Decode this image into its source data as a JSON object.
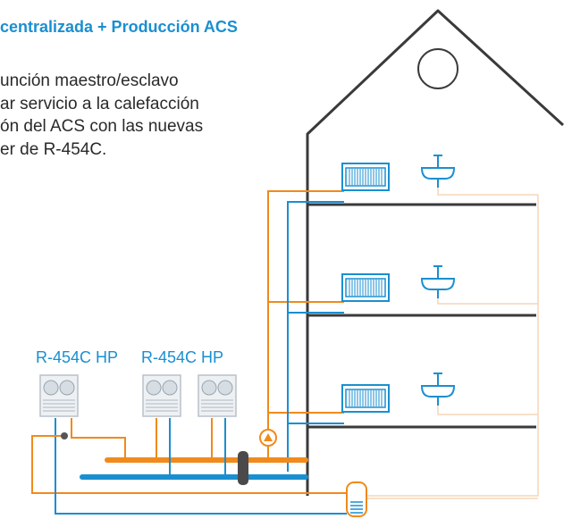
{
  "title": "centralizada + Producción ACS",
  "description": [
    "unción maestro/esclavo",
    "ar servicio a la calefacción",
    "ón del ACS con las nuevas",
    "er de R-454C."
  ],
  "units": [
    {
      "label": "R-454C HP"
    },
    {
      "label": "R-454C HP"
    }
  ],
  "colors": {
    "title": "#1a8fd0",
    "text": "#2a2a2a",
    "hot_pipe": "#f08a1c",
    "cold_pipe": "#1a8fd0",
    "house_outline": "#3a3a3a",
    "radiator": "#1a8fd0",
    "sink": "#1a8fd0",
    "dhw_pipe": "#f5d6b8"
  },
  "icons": [
    "radiator-icon",
    "sink-icon",
    "heat-pump-icon",
    "circulation-pump-icon",
    "separator-icon",
    "dhw-tank-icon"
  ]
}
